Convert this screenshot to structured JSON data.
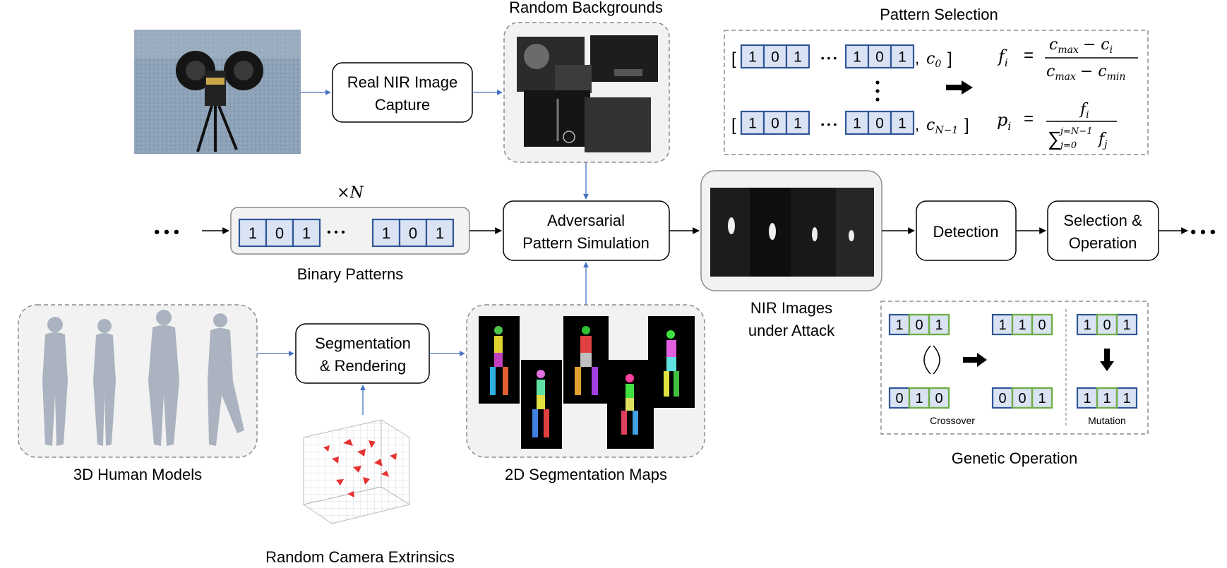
{
  "labels": {
    "random_backgrounds": "Random Backgrounds",
    "pattern_selection": "Pattern Selection",
    "times_n": "×N",
    "binary_patterns": "Binary Patterns",
    "nir_images_line1": "NIR Images",
    "nir_images_line2": "under  Attack",
    "human_models": "3D Human Models",
    "segmentation_maps": "2D Segmentation Maps",
    "camera_extrinsics": "Random Camera Extrinsics",
    "genetic_operation": "Genetic Operation",
    "crossover": "Crossover",
    "mutation": "Mutation"
  },
  "boxes": {
    "real_nir_line1": "Real NIR Image",
    "real_nir_line2": "Capture",
    "adversarial_line1": "Adversarial",
    "adversarial_line2": "Pattern Simulation",
    "detection": "Detection",
    "selection_line1": "Selection &",
    "selection_line2": "Operation",
    "segmentation_line1": "Segmentation",
    "segmentation_line2": "& Rendering"
  },
  "ellipsis": "• • •",
  "binary_pattern": {
    "left_bits": [
      "1",
      "0",
      "1"
    ],
    "right_bits": [
      "1",
      "0",
      "1"
    ]
  },
  "pattern_selection": {
    "rows": [
      {
        "left_bits": [
          "1",
          "0",
          "1"
        ],
        "right_bits": [
          "1",
          "0",
          "1"
        ],
        "cost": "c",
        "sub": "0"
      },
      {
        "left_bits": [
          "1",
          "0",
          "1"
        ],
        "right_bits": [
          "1",
          "0",
          "1"
        ],
        "cost": "c",
        "sub": "N−1"
      }
    ],
    "formula_f": {
      "lhs": "f",
      "lhs_sub": "i",
      "num": "c",
      "num_sub": "max",
      "num_minus": "− c",
      "num_minus_sub": "i",
      "den": "c",
      "den_sub": "max",
      "den_minus": "− c",
      "den_minus_sub": "min"
    },
    "formula_p": {
      "lhs": "p",
      "lhs_sub": "i",
      "num": "f",
      "num_sub": "i",
      "sum_top": "j=N−1",
      "sum_bot": "j=0",
      "sum_var": "f",
      "sum_var_sub": "j"
    }
  },
  "genetic": {
    "crossover_parent_a": [
      "1",
      "0",
      "1"
    ],
    "crossover_parent_b": [
      "0",
      "1",
      "0"
    ],
    "crossover_child_a": [
      "1",
      "1",
      "0"
    ],
    "crossover_child_b": [
      "0",
      "0",
      "1"
    ],
    "mutation_before": [
      "1",
      "0",
      "1"
    ],
    "mutation_after": [
      "1",
      "1",
      "1"
    ]
  },
  "colors": {
    "bit_border": "#2f5597",
    "bit_fill": "#dae3f3",
    "green_border": "#70ad47",
    "arrow_blue": "#4472c4",
    "panel_fill": "#f2f2f2",
    "dash": "#8c8c8c"
  }
}
